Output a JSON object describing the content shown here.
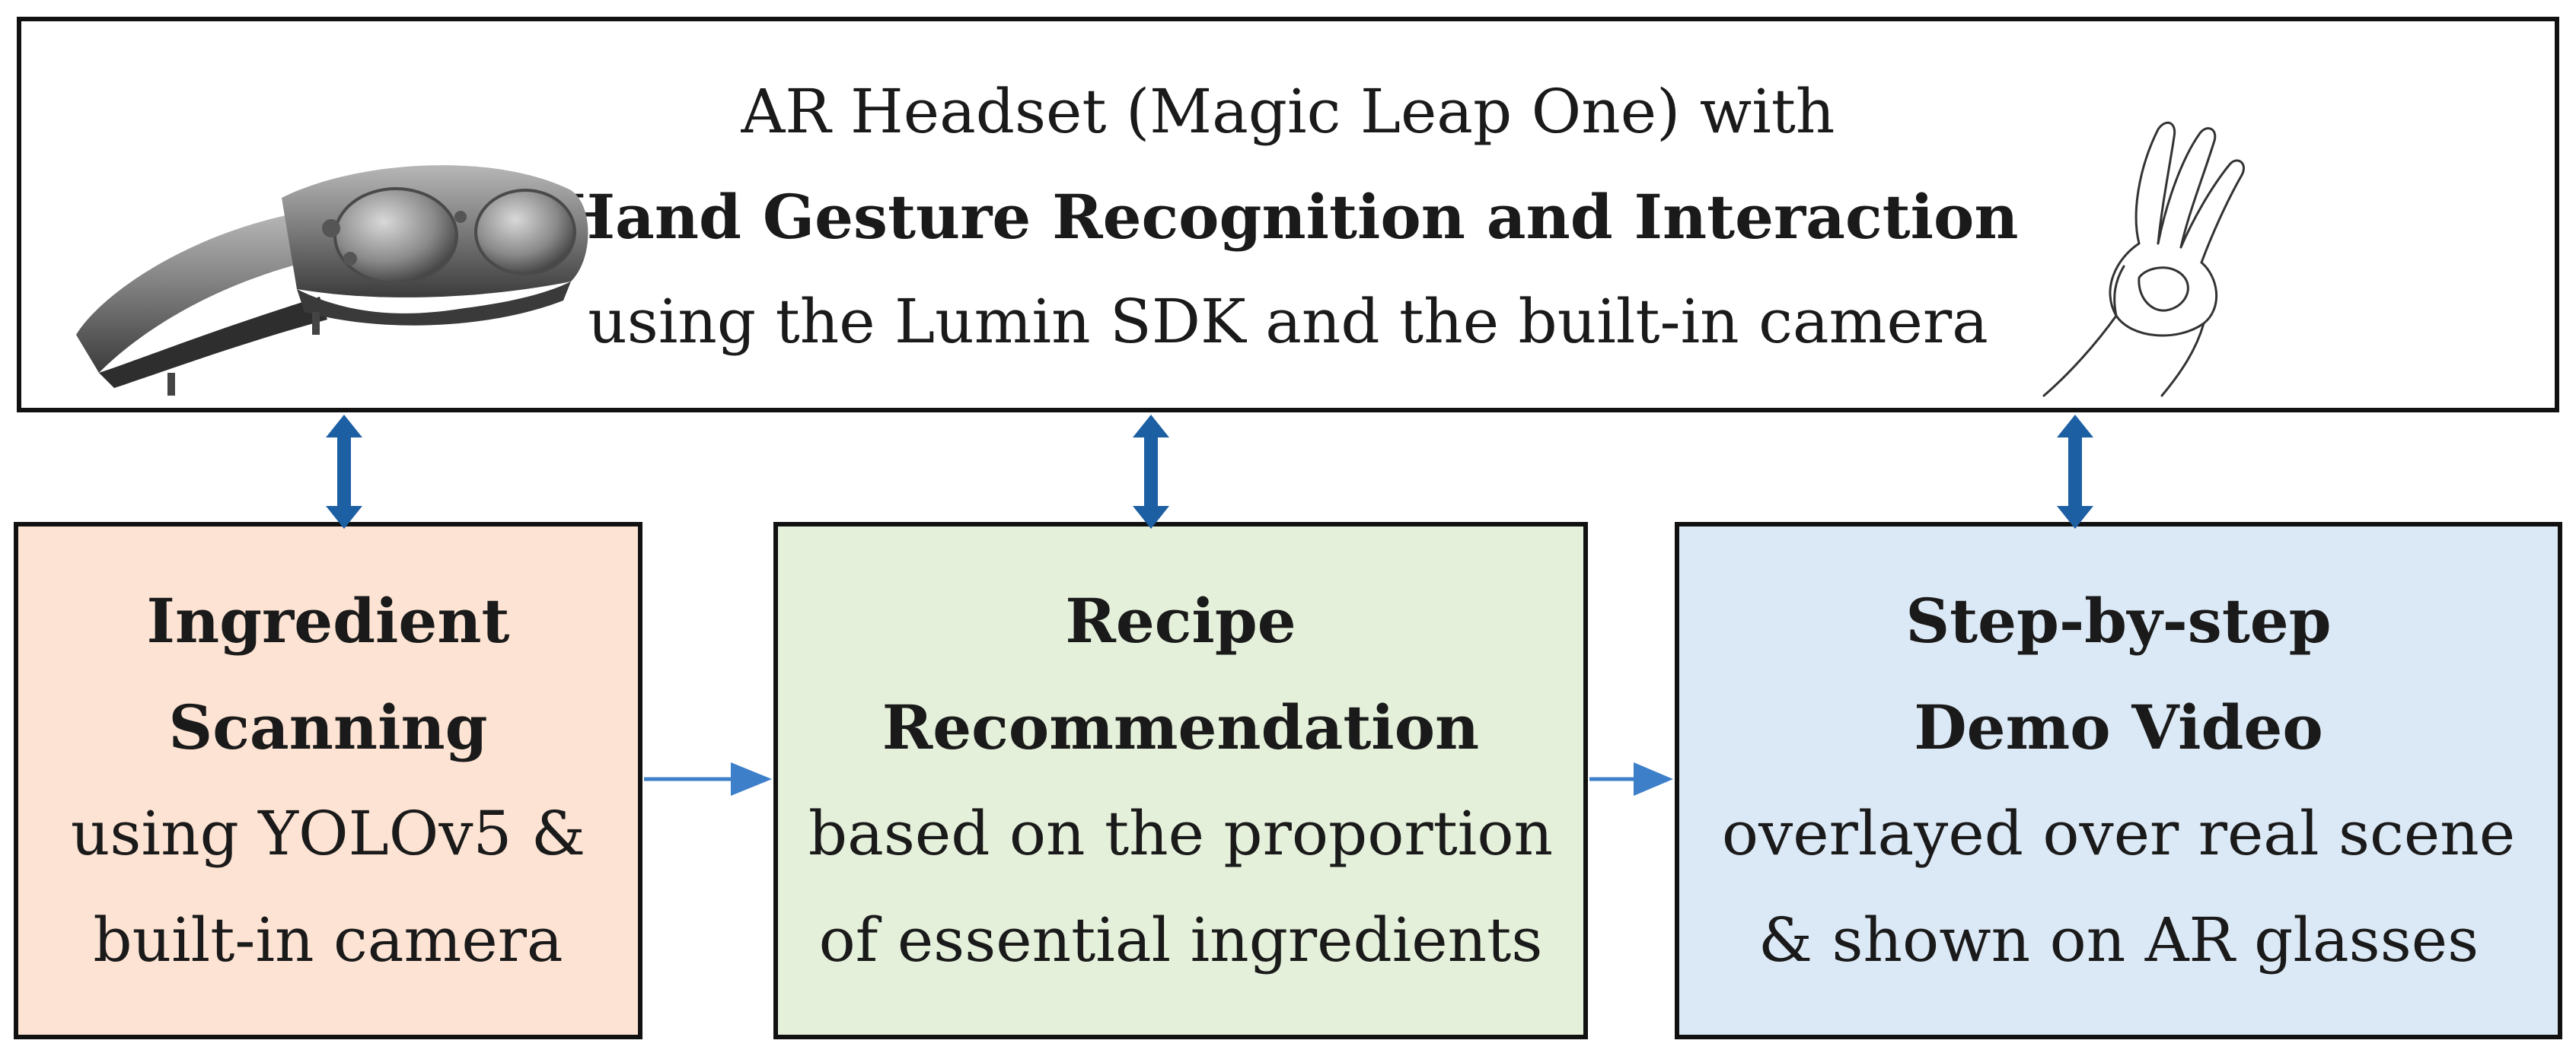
{
  "header": {
    "line1": "AR Headset (Magic Leap One) with",
    "line2": "Hand Gesture Recognition and Interaction",
    "line3": "using the Lumin SDK and the built-in camera"
  },
  "modules": [
    {
      "title1": "Ingredient",
      "title2": "Scanning",
      "desc1": "using YOLOv5 &",
      "desc2": "built-in camera",
      "fill": "#fde3d3"
    },
    {
      "title1": "Recipe",
      "title2": "Recommendation",
      "desc1": "based on the proportion",
      "desc2": "of essential ingredients",
      "fill": "#e4f0da"
    },
    {
      "title1": "Step-by-step",
      "title2": "Demo Video",
      "desc1": "overlayed over real scene",
      "desc2": "& shown on AR glasses",
      "fill": "#dbe8f5"
    }
  ],
  "icons": {
    "headset": "ar-headset-icon",
    "hand": "ok-hand-gesture-icon"
  },
  "colors": {
    "double_arrow": "#1d5fa3",
    "flow_arrow": "#3e7fc9"
  }
}
